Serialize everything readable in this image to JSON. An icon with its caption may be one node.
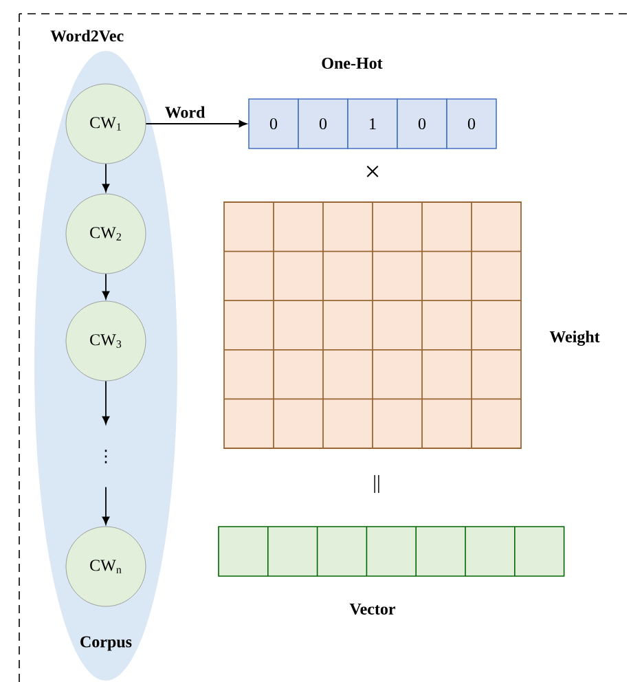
{
  "diagram": {
    "nodes": [
      {
        "text": [
          "Word2Vec"
        ]
      },
      {
        "text": [
          "Corpus"
        ],
        "in": 0
      },
      {
        "text": [
          "CW$_{1}$"
        ],
        "in": 1
      },
      {
        "text": [
          "CW$_{2}$"
        ],
        "in": 1
      },
      {
        "text": [
          "CW$_{3}$"
        ],
        "in": 1
      },
      {
        "text": [
          "⋮"
        ],
        "in": 1
      },
      {
        "text": [
          "CW$_{n}$"
        ],
        "in": 1
      },
      {
        "text": [
          "One-Hot",
          "0",
          "0",
          "1",
          "0",
          "0"
        ],
        "in": 0
      },
      {
        "text": [
          "Weight"
        ],
        "in": 0
      },
      {
        "text": [
          "Vector"
        ],
        "in": 0
      }
    ],
    "edges": [
      {
        "from": 2,
        "to": 3,
        "arrow": "to"
      },
      {
        "from": 3,
        "to": 4,
        "arrow": "to"
      },
      {
        "from": 4,
        "to": 5,
        "arrow": "to"
      },
      {
        "from": 5,
        "to": 6,
        "arrow": "to"
      },
      {
        "from": 2,
        "to": 7,
        "arrow": "to",
        "label": "Word"
      }
    ],
    "labels": [
      "×",
      "||"
    ]
  }
}
